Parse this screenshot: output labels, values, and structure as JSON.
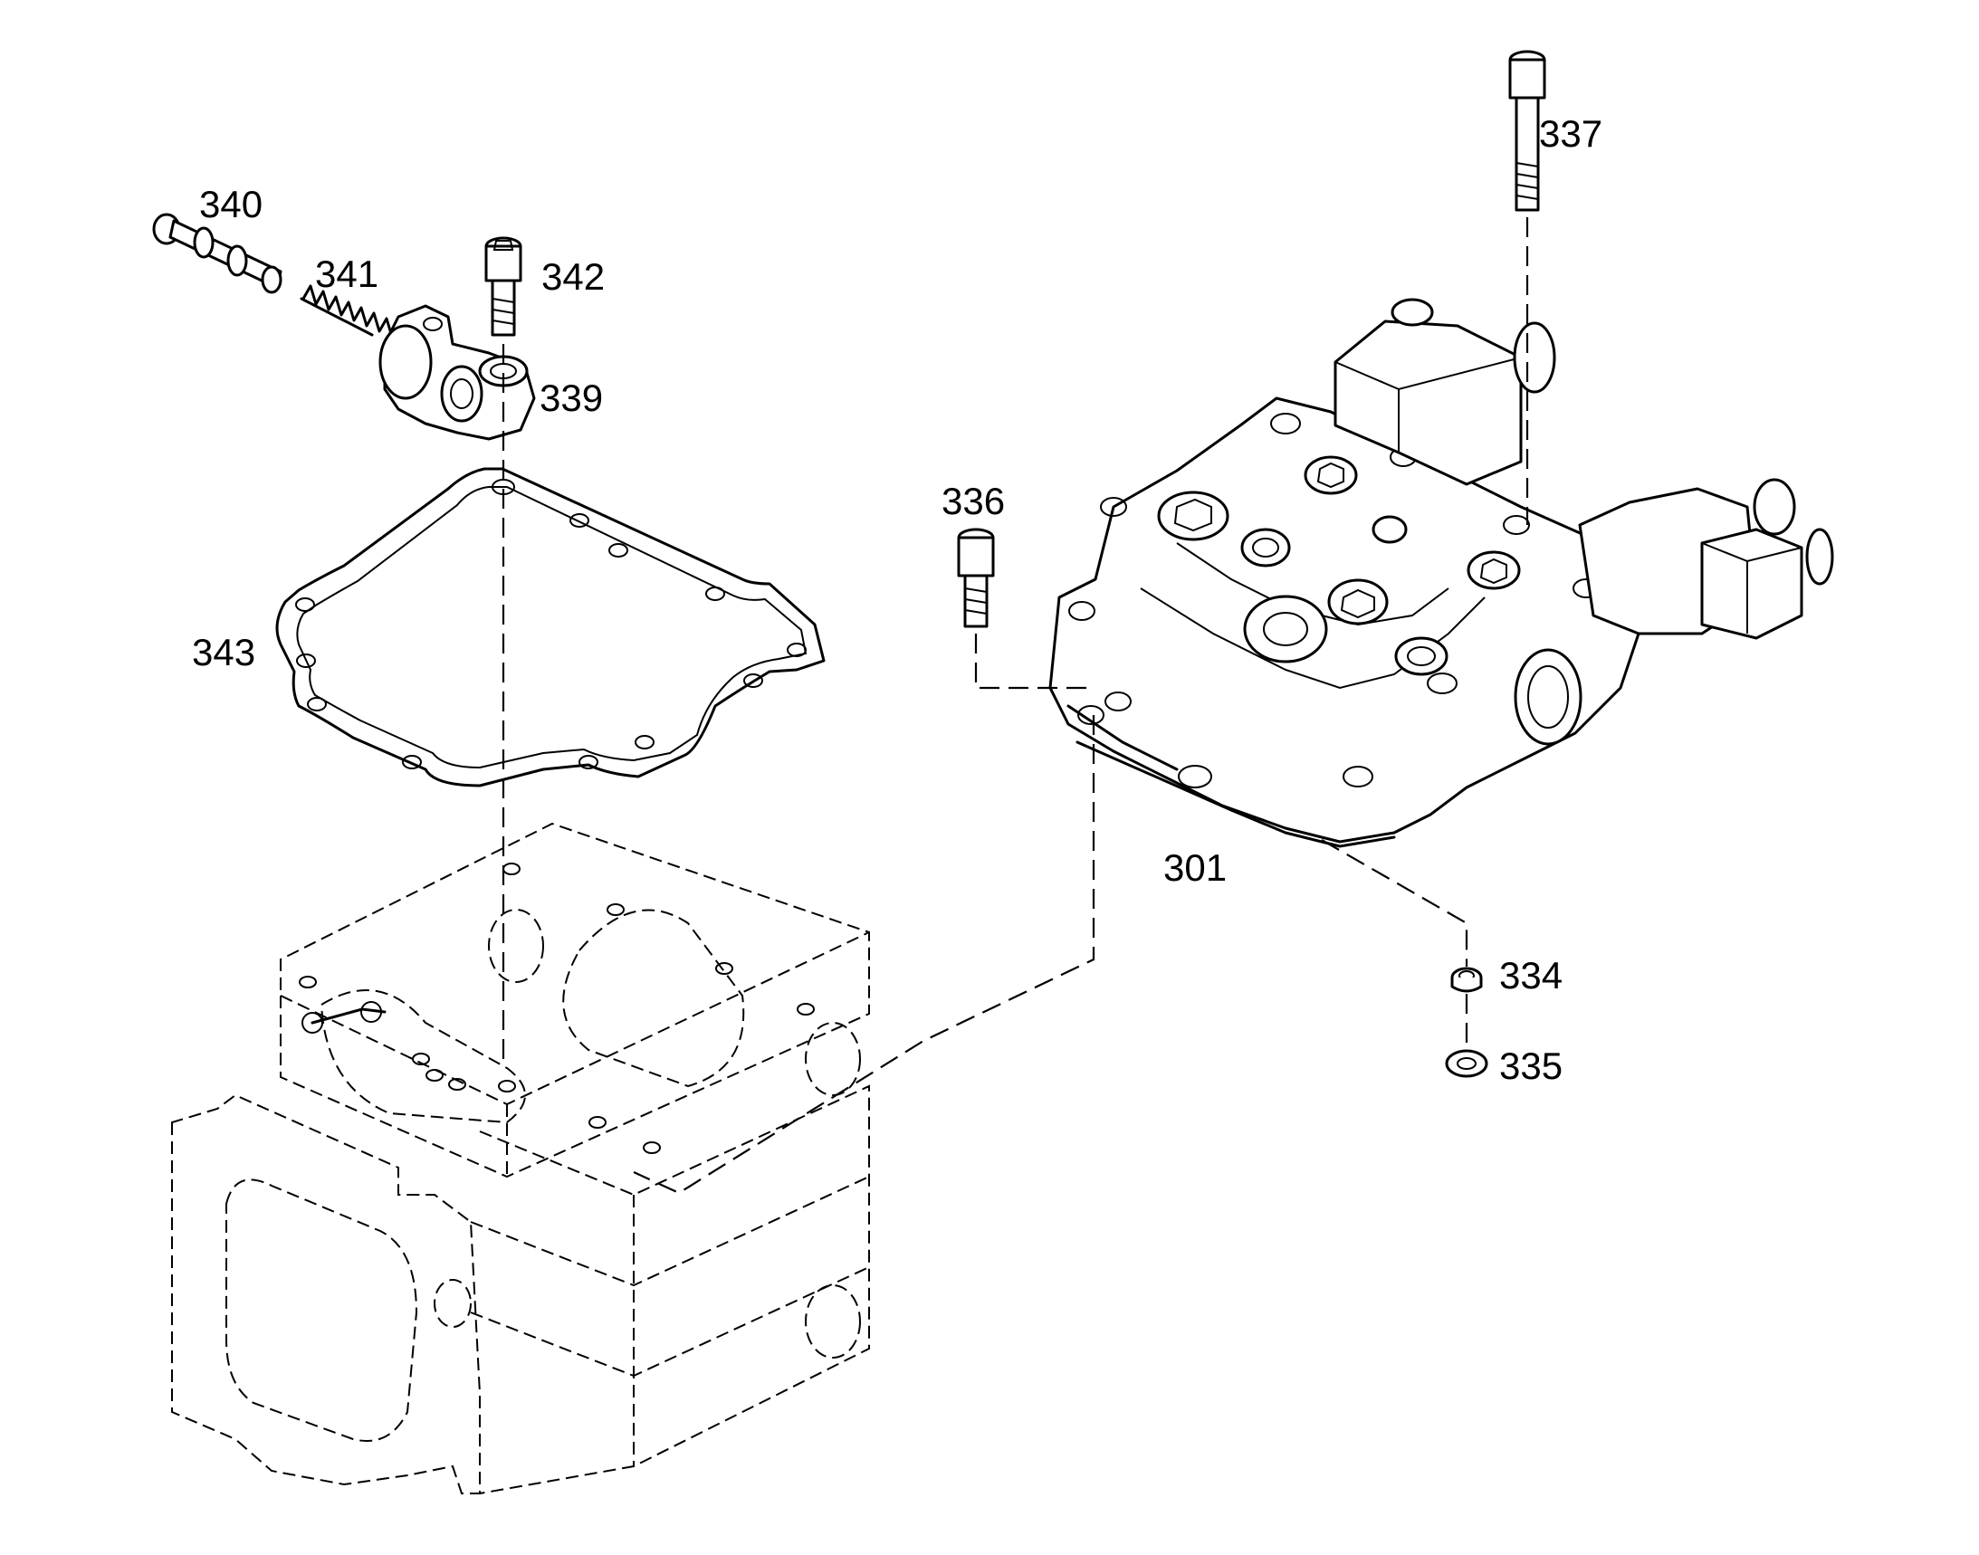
{
  "callouts": [
    {
      "id": "p340",
      "text": "340"
    },
    {
      "id": "p341",
      "text": "341"
    },
    {
      "id": "p342",
      "text": "342"
    },
    {
      "id": "p339",
      "text": "339"
    },
    {
      "id": "p343",
      "text": "343"
    },
    {
      "id": "p336",
      "text": "336"
    },
    {
      "id": "p337",
      "text": "337"
    },
    {
      "id": "p301",
      "text": "301"
    },
    {
      "id": "p334",
      "text": "334"
    },
    {
      "id": "p335",
      "text": "335"
    }
  ]
}
